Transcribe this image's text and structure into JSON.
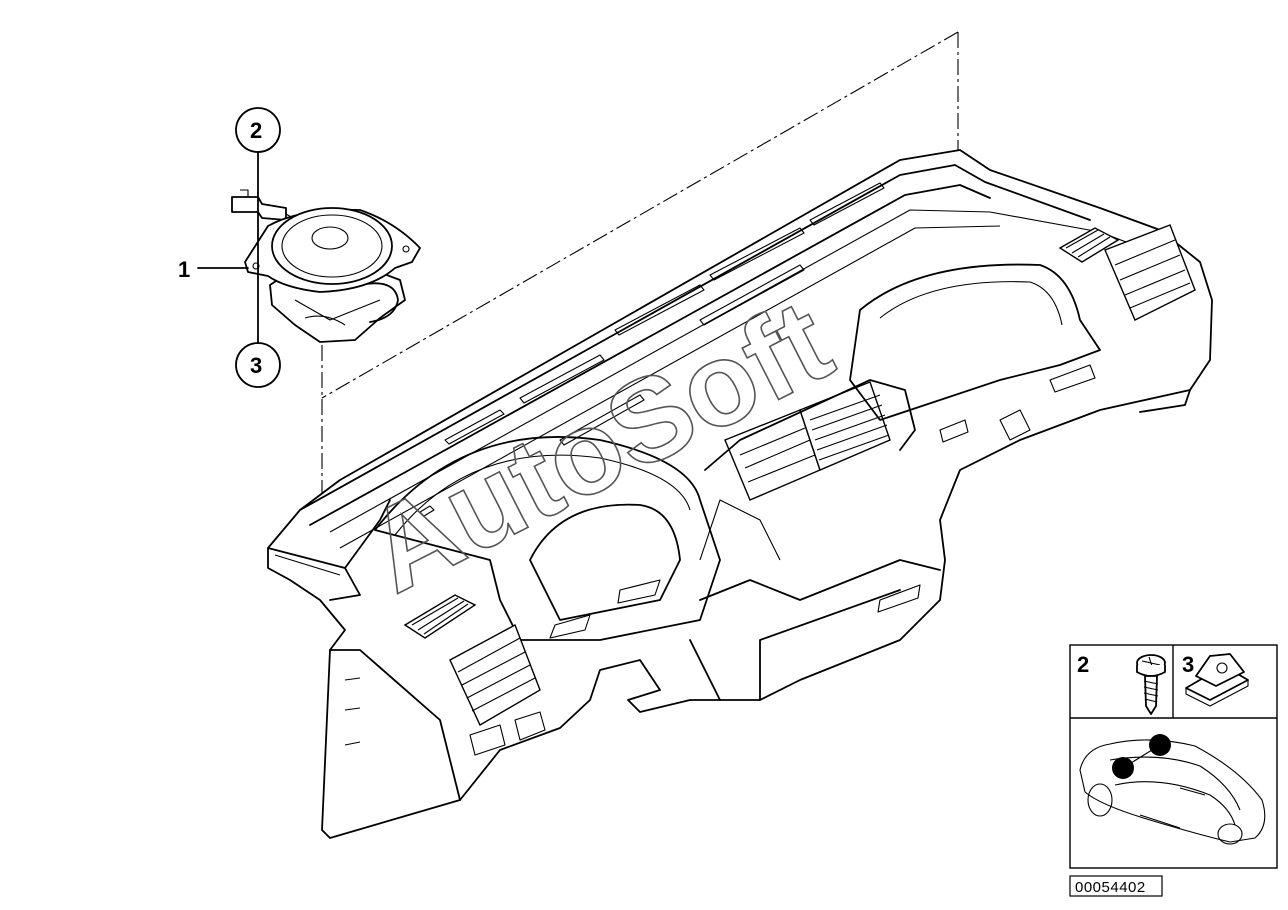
{
  "diagram": {
    "callouts": [
      {
        "id": "callout-1",
        "label": "1"
      },
      {
        "id": "callout-2",
        "label": "2"
      },
      {
        "id": "callout-3",
        "label": "3"
      }
    ],
    "watermark": "AutoSoft",
    "inset": {
      "item_2_label": "2",
      "item_3_label": "3"
    },
    "reference_number": "00054402"
  }
}
